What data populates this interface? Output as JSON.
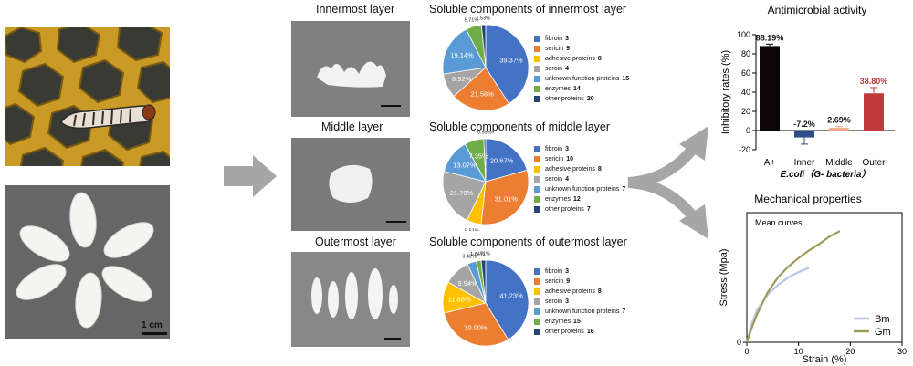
{
  "photos": {
    "scale_bar_label": "1 cm"
  },
  "layers": [
    {
      "title": "Innermost layer",
      "pie_title": "Soluble components of innermost layer",
      "legend": [
        {
          "label": "fibroin",
          "count": "3"
        },
        {
          "label": "sericin",
          "count": "9"
        },
        {
          "label": "adhesive proteins",
          "count": "8"
        },
        {
          "label": "seroin",
          "count": "4"
        },
        {
          "label": "unknown function proteins",
          "count": "15"
        },
        {
          "label": "enzymes",
          "count": "14"
        },
        {
          "label": "other proteins",
          "count": "20"
        }
      ]
    },
    {
      "title": "Middle layer",
      "pie_title": "Soluble components of middle layer",
      "legend": [
        {
          "label": "fibroin",
          "count": "3"
        },
        {
          "label": "sericin",
          "count": "10"
        },
        {
          "label": "adhesive proteins",
          "count": "8"
        },
        {
          "label": "seroin",
          "count": "4"
        },
        {
          "label": "unknown function proteins",
          "count": "7"
        },
        {
          "label": "enzymes",
          "count": "12"
        },
        {
          "label": "other proteins",
          "count": "7"
        }
      ]
    },
    {
      "title": "Outermost layer",
      "pie_title": "Soluble components of outermost layer",
      "legend": [
        {
          "label": "fibroin",
          "count": "3"
        },
        {
          "label": "sericin",
          "count": "9"
        },
        {
          "label": "adhesive proteins",
          "count": "8"
        },
        {
          "label": "seroin",
          "count": "3"
        },
        {
          "label": "unknown function proteins",
          "count": "7"
        },
        {
          "label": "enzymes",
          "count": "15"
        },
        {
          "label": "other proteins",
          "count": "16"
        }
      ]
    }
  ],
  "colors": {
    "fibroin": "#4472c4",
    "sericin": "#ed7d31",
    "adhesive": "#ffc000",
    "seroin": "#a5a5a5",
    "unknown": "#5b9bd5",
    "enzymes": "#70ad47",
    "other": "#264478",
    "arrow": "#a6a6a6",
    "bm": "#b4c7e7",
    "gm": "#a09a5a"
  },
  "chart_data": [
    {
      "type": "pie",
      "categories": [
        "fibroin",
        "sericin",
        "adhesive proteins",
        "seroin",
        "unknown function proteins",
        "enzymes",
        "other proteins"
      ],
      "values": [
        39.37,
        21.58,
        0,
        8.92,
        19.14,
        5.71,
        1.53
      ],
      "slice_labels": [
        "39.37%",
        "21.58%",
        "",
        "8.92%",
        "19.14%",
        "5.71%",
        "1.53%"
      ]
    },
    {
      "type": "pie",
      "categories": [
        "fibroin",
        "sericin",
        "adhesive proteins",
        "seroin",
        "unknown function proteins",
        "enzymes",
        "other proteins"
      ],
      "values": [
        20.67,
        31.01,
        5.51,
        21.7,
        13.07,
        7.35,
        0.69
      ],
      "slice_labels": [
        "20.67%",
        "31.01%",
        "5.51%",
        "21.70%",
        "13.07%",
        "7.35%",
        "0.69%"
      ]
    },
    {
      "type": "pie",
      "categories": [
        "fibroin",
        "sericin",
        "adhesive proteins",
        "seroin",
        "unknown function proteins",
        "enzymes",
        "other proteins"
      ],
      "values": [
        41.23,
        30.0,
        11.86,
        9.94,
        3.42,
        1.84,
        1.71
      ],
      "slice_labels": [
        "41.23%",
        "30.00%",
        "11.86%",
        "9.94%",
        "3.42%",
        "1.84%",
        "1.71%"
      ]
    },
    {
      "type": "bar",
      "title": "Antimicrobial activity",
      "categories": [
        "A+",
        "Inner",
        "Middle",
        "Outer"
      ],
      "values": [
        88.19,
        -7.2,
        2.69,
        38.8
      ],
      "errors": [
        2,
        7,
        1.5,
        6
      ],
      "value_labels": [
        "88.19%",
        "-7.2%",
        "2.69%",
        "38.80%"
      ],
      "colors": [
        "#0d0505",
        "#2e4d8c",
        "#f4a488",
        "#c0393b"
      ],
      "ylabel": "Inhibitory  rates (%)",
      "xlabel": "E.coli（G- bacteria）",
      "ylim": [
        -20,
        100
      ],
      "yticks": [
        -20,
        0,
        20,
        40,
        60,
        80,
        100
      ]
    },
    {
      "type": "line",
      "title": "Mechanical properties",
      "annotation": "Mean curves",
      "xlabel": "Strain  (%)",
      "ylabel": "Stress (Mpa)",
      "xlim": [
        0,
        30
      ],
      "xticks": [
        0,
        10,
        20,
        30
      ],
      "series": [
        {
          "name": "Bm",
          "x": [
            0,
            1,
            2,
            4,
            6,
            8,
            10,
            12
          ],
          "y": [
            0,
            90,
            150,
            220,
            265,
            300,
            325,
            345
          ]
        },
        {
          "name": "Gm",
          "x": [
            0,
            1,
            2,
            4,
            6,
            8,
            10,
            12,
            14,
            16,
            18
          ],
          "y": [
            0,
            70,
            130,
            230,
            300,
            350,
            390,
            425,
            455,
            490,
            515
          ]
        }
      ]
    }
  ]
}
